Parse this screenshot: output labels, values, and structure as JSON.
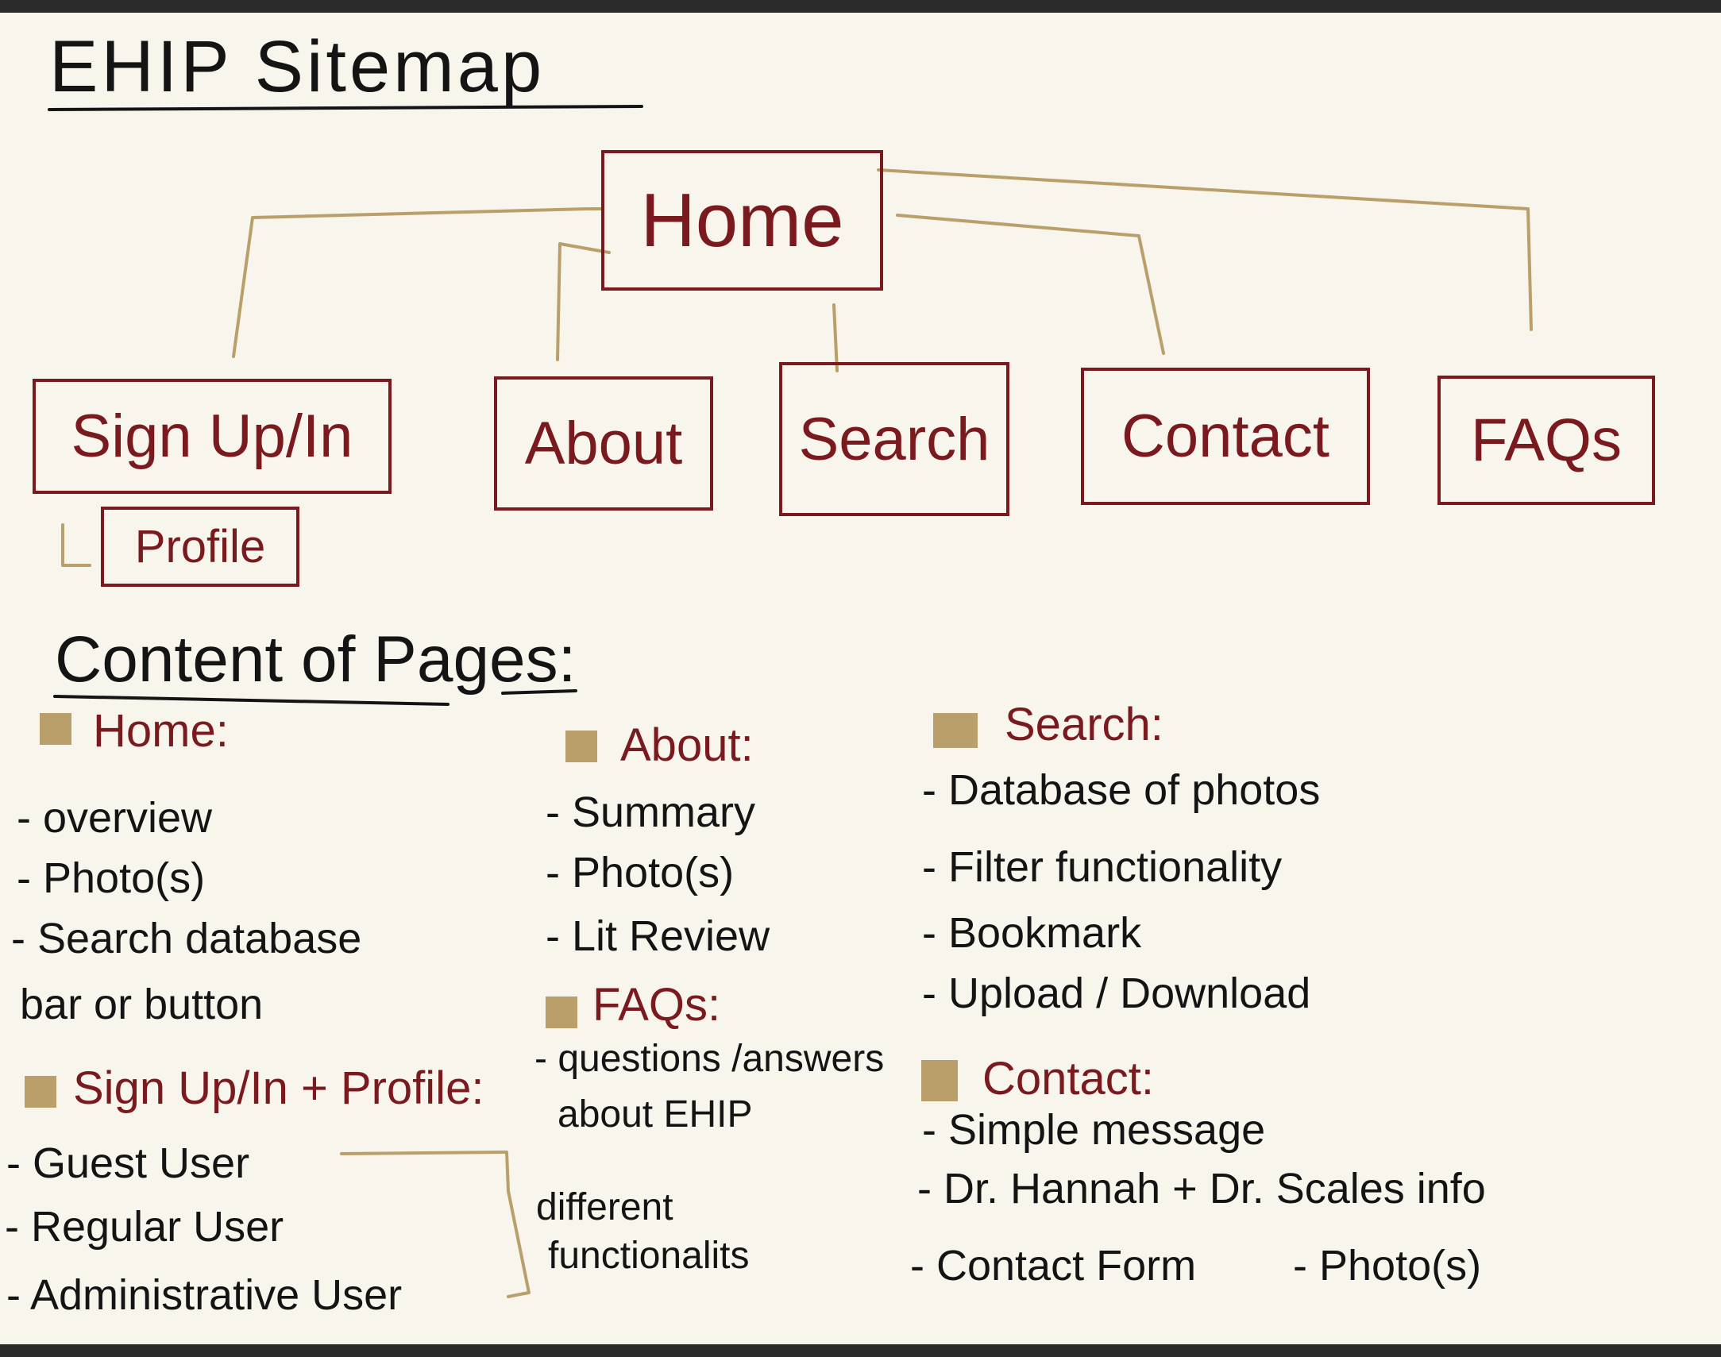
{
  "title": "EHIP Sitemap",
  "colors": {
    "node": "#7a1a1f",
    "connector": "#b9a06a",
    "background": "#f7f5ec",
    "text": "#141414"
  },
  "sitemap": {
    "root": "Home",
    "children": [
      "Sign Up/In",
      "About",
      "Search",
      "Contact",
      "FAQs"
    ],
    "sub_child": "Profile"
  },
  "content": {
    "heading": "Content of Pages:",
    "home": {
      "label": "Home:",
      "items": [
        "- overview",
        "- Photo(s)",
        "- Search database",
        "bar or button"
      ]
    },
    "signup": {
      "label": "Sign Up/In + Profile:",
      "items": [
        "- Guest User",
        "- Regular User",
        "- Administrative User"
      ],
      "note": [
        "different",
        "functionalits"
      ]
    },
    "about": {
      "label": "About:",
      "items": [
        "- Summary",
        "- Photo(s)",
        "- Lit Review"
      ]
    },
    "faqs": {
      "label": "FAQs:",
      "items": [
        "- questions /answers",
        "about EHIP"
      ]
    },
    "search": {
      "label": "Search:",
      "items": [
        "- Database of photos",
        "- Filter functionality",
        "- Bookmark",
        "- Upload / Download"
      ]
    },
    "contact": {
      "label": "Contact:",
      "items": [
        "- Simple message",
        "- Dr. Hannah + Dr. Scales info",
        "- Contact Form",
        "- Photo(s)"
      ]
    }
  }
}
